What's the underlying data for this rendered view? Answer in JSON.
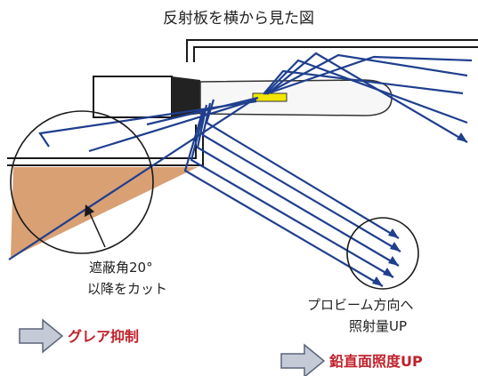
{
  "title": "反射板を横から見た図",
  "labels": {
    "cutoff_line1": "遮蔽角20°",
    "cutoff_line2": "以降をカット",
    "beam_line1": "プロビーム方向へ",
    "beam_line2": "照射量UP"
  },
  "callouts": {
    "glare": "グレア抑制",
    "vertical": "鉛直面照度UP"
  },
  "colors": {
    "ray": "#1f3f8f",
    "shade": "#d9a074",
    "callout_text": "#c0202a",
    "arrow_fill": "#c4cad6",
    "arrow_stroke": "#5a6478",
    "outline": "#1a1a1a",
    "lamp_element": "#f2e600"
  },
  "icons": [
    "right-arrow-icon",
    "right-arrow-icon"
  ]
}
